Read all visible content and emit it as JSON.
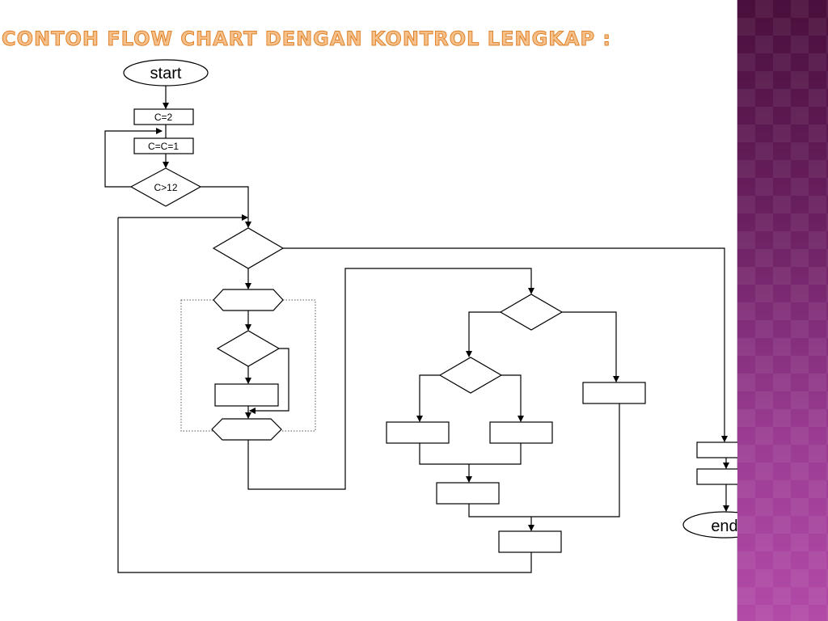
{
  "slide": {
    "title": "CONTOH FLOW CHART DENGAN KONTROL LENGKAP :"
  },
  "flowchart": {
    "start_label": "start",
    "end_label": "end",
    "init_label": "C=2",
    "update_label": "C=C=1",
    "condition_label": "C>12"
  },
  "colors": {
    "title_fill": "#f5c08a",
    "title_stroke": "#e0822a",
    "accent_panel": "#8a2f82"
  }
}
